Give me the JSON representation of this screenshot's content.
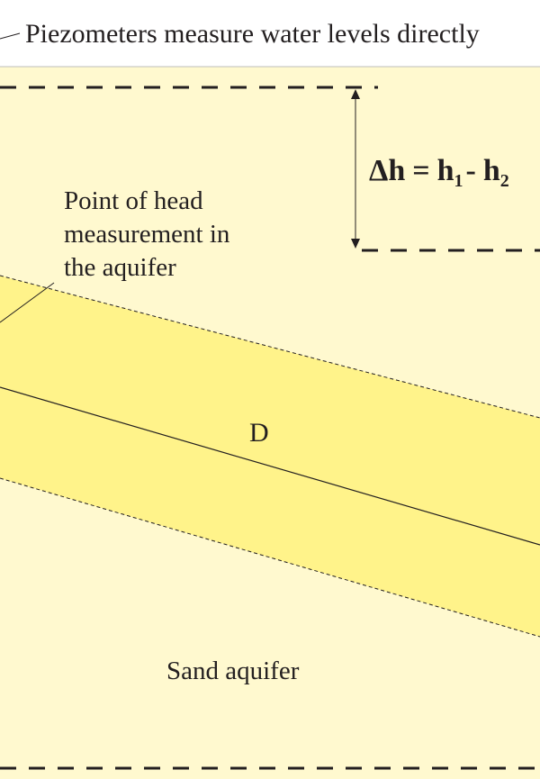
{
  "title": "Piezometers measure water levels directly",
  "point_label": [
    "Point of head",
    "measurement in",
    "the aquifer"
  ],
  "equation": {
    "delta": "Δh",
    "equals": "=",
    "h": "h",
    "sub1": "1",
    "minus": "-",
    "sub2": "2"
  },
  "layer_label": "D",
  "aquifer_label": "Sand aquifer",
  "colors": {
    "aquifer_bg": "#fff9cf",
    "layer_band": "#fff38a",
    "line": "#231f20",
    "page_bg": "#ffffff"
  }
}
